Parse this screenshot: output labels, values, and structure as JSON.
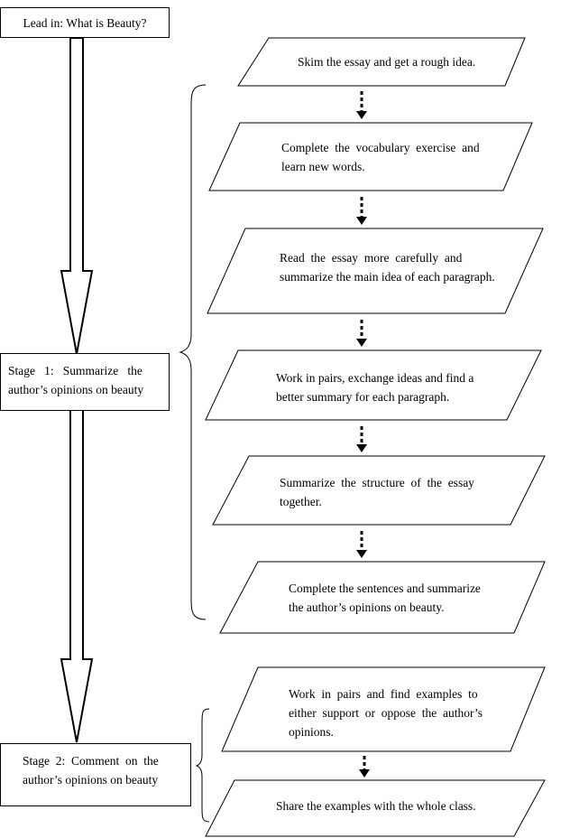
{
  "lead_in": {
    "label": "Lead in: What is Beauty?"
  },
  "stage1": {
    "line1": "Stage   1:   Summarize   the",
    "line2": "author’s opinions on beauty"
  },
  "stage2": {
    "line1": "Stage  2:  Comment  on  the",
    "line2": "author’s opinions on beauty"
  },
  "steps": [
    {
      "lines": [
        "Skim the essay and get a rough idea."
      ]
    },
    {
      "lines": [
        "Complete  the  vocabulary  exercise  and",
        "learn new words."
      ]
    },
    {
      "lines": [
        "Read  the  essay  more  carefully  and",
        "summarize the main idea of each paragraph."
      ]
    },
    {
      "lines": [
        "Work in pairs, exchange ideas and find a",
        "better summary for each paragraph."
      ]
    },
    {
      "lines": [
        "Summarize  the  structure  of  the  essay",
        "together."
      ]
    },
    {
      "lines": [
        "Complete the sentences and summarize",
        "the author’s opinions on beauty."
      ]
    },
    {
      "lines": [
        "Work  in  pairs  and  find  examples  to",
        "either  support  or  oppose  the  author’s",
        "opinions."
      ]
    },
    {
      "lines": [
        "Share the examples with the whole class."
      ]
    }
  ]
}
